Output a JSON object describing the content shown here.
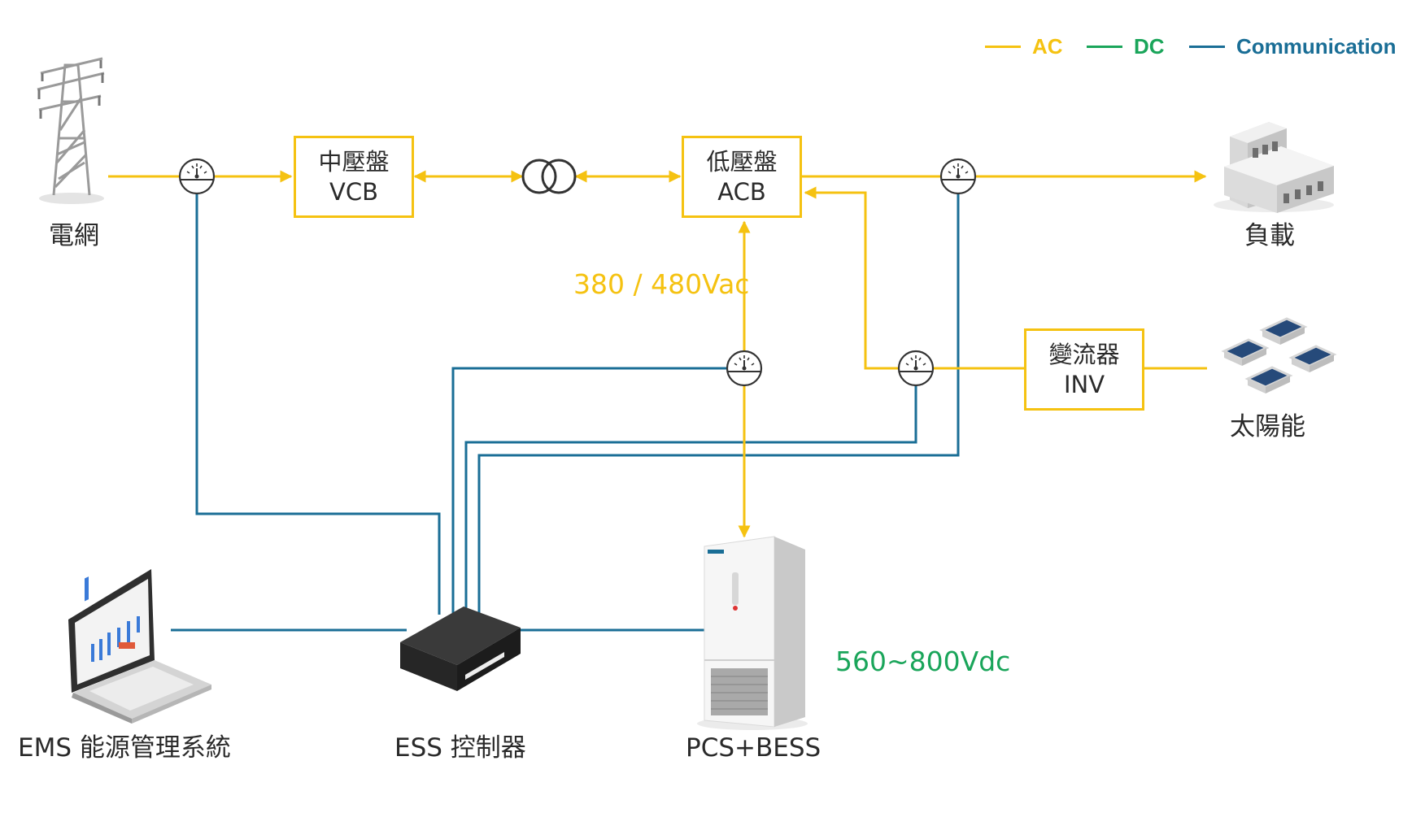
{
  "legend": {
    "ac": "AC",
    "dc": "DC",
    "comm": "Communication"
  },
  "colors": {
    "ac": "#f5c211",
    "dc": "#1aa55a",
    "comm": "#1a6e96"
  },
  "nodes": {
    "grid": "電網",
    "load": "負載",
    "solar": "太陽能",
    "ems": "EMS 能源管理系統",
    "ess": "ESS 控制器",
    "pcs": "PCS+BESS"
  },
  "boxes": {
    "mv": {
      "line1": "中壓盤",
      "line2": "VCB"
    },
    "lv": {
      "line1": "低壓盤",
      "line2": "ACB"
    },
    "inv": {
      "line1": "變流器",
      "line2": "INV"
    }
  },
  "voltages": {
    "ac": "380 / 480Vac",
    "dc": "560~800Vdc"
  },
  "icons": [
    "transmission-tower-icon",
    "factory-building-icon",
    "solar-panels-icon",
    "laptop-icon",
    "controller-box-icon",
    "battery-cabinet-icon",
    "meter-icon",
    "transformer-icon"
  ]
}
